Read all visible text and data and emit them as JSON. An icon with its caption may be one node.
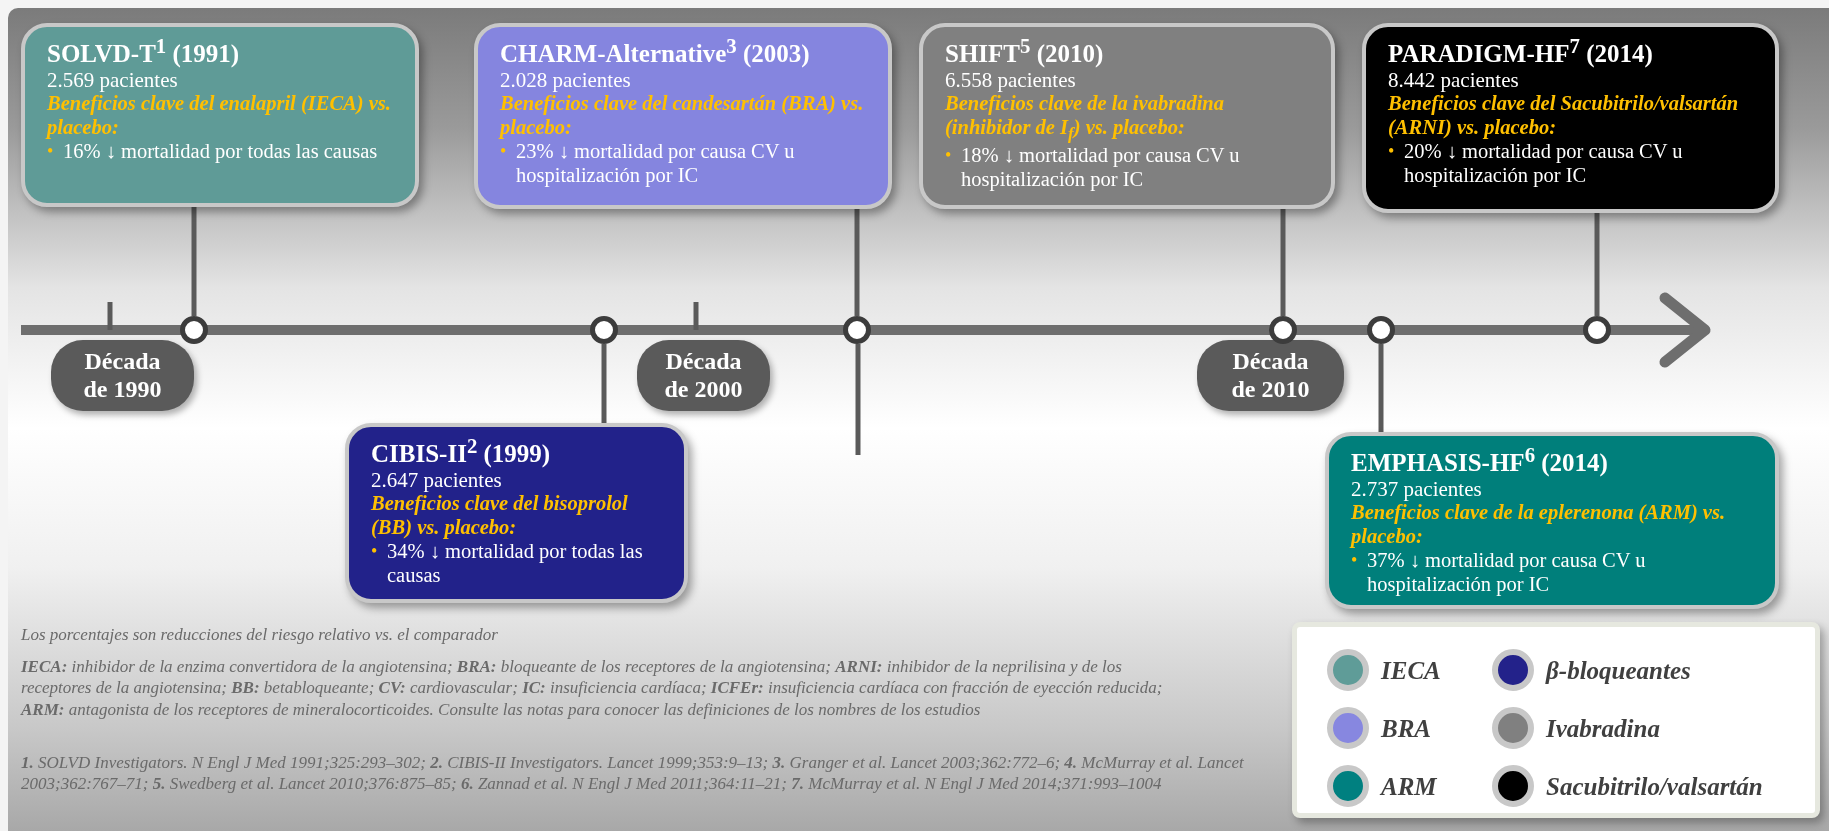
{
  "diagram": {
    "nodes": [
      {
        "text": [
          "SOLVD-T$^{1}$ (1991)",
          "2.569 pacientes",
          "Beneficios clave del enalapril (IECA) vs. placebo:",
          "•",
          "16% ↓ mortalidad por todas las causas"
        ]
      },
      {
        "text": [
          "CHARM-Alternative$^{3}$ (2003)",
          "2.028 pacientes",
          "Beneficios clave del candesartán (BRA) vs. placebo:",
          "•",
          "23% ↓ mortalidad por causa CV u hospitalización por IC"
        ]
      },
      {
        "text": [
          "SHIFT$^{5}$ (2010)",
          "6.558 pacientes",
          "Beneficios clave de la ivabradina (inhibidor de I$_{f}$) vs.  placebo:",
          "•",
          "18% ↓ mortalidad por causa CV u hospitalización por IC"
        ]
      },
      {
        "text": [
          "PARADIGM-HF$^{7}$ (2014)",
          "8.442 pacientes",
          "Beneficios clave del Sacubitrilo/valsartán (ARNI) vs. placebo:",
          "•",
          "20% ↓ mortalidad por causa CV u hospitalización por IC"
        ]
      },
      {
        "text": [
          "Década de 1990"
        ]
      },
      {
        "text": [],
        "shape": "circle"
      },
      {
        "text": [],
        "shape": "circle"
      },
      {
        "text": [
          "Década de 2000"
        ]
      },
      {
        "text": [],
        "shape": "circle"
      },
      {
        "text": [
          "Década de 2010"
        ]
      },
      {
        "text": [],
        "shape": "circle"
      },
      {
        "text": [],
        "shape": "circle"
      },
      {
        "text": [],
        "shape": "circle"
      },
      {
        "text": [
          "CIBIS-II$^{2}$ (1999)",
          "2.647 pacientes",
          "Beneficios clave del bisoprolol (BB) vs. placebo:",
          "•",
          "34% ↓ mortalidad por todas las causas"
        ]
      },
      {
        "text": [
          "EMPHASIS-HF$^{6}$ (2014)",
          "2.737 pacientes",
          "Beneficios clave de la eplerenona (ARM) vs. placebo:",
          "•",
          "37% ↓ mortalidad por causa CV u hospitalización por IC"
        ]
      }
    ],
    "edges": [
      {
        "from": 0,
        "to": 5,
        "arrow": "none"
      },
      {
        "from": 13,
        "to": 6,
        "arrow": "none"
      },
      {
        "from": 1,
        "to": 8,
        "arrow": "none"
      },
      {
        "from": 2,
        "to": 10,
        "arrow": "none"
      },
      {
        "from": 14,
        "to": 11,
        "arrow": "none"
      },
      {
        "from": 3,
        "to": 12,
        "arrow": "none"
      }
    ],
    "labels": [
      "Los porcentajes son reducciones del riesgo relativo vs. el comparador",
      "**IECA:** inhibidor de la enzima convertidora de la angiotensina; **BRA:** bloqueante de los receptores de la angiotensina; **ARNI:** inhibidor de la neprilisina y de los receptores de la angiotensina; **BB:** betabloqueante; **CV:** cardiovascular; **IC:** insuficiencia cardíaca; **ICFEr:** insuficiencia cardíaca con fracción de eyección reducida; **ARM:** antagonista de los receptores de mineralocorticoides. Consulte las notas para conocer las definiciones de los nombres de los estudios",
      "**1.** SOLVD Investigators. N Engl J Med 1991;325:293–302; **2.** CIBIS-II Investigators. Lancet 1999;353:9–13; **3.** Granger et al. Lancet 2003;362:772–6; **4.** McMurray et al. Lancet 2003;362:767–71; **5.** Swedberg et al. Lancet 2010;376:875–85; **6.** Zannad et al. N Engl J Med 2011;364:11–21; **7.** McMurray et al. N Engl J Med 2014;371:993–1004"
    ],
    "legend": [
      {
        "text": "IECA",
        "color": "#5f9c98"
      },
      {
        "text": "β-bloqueantes",
        "color": "#23228a"
      },
      {
        "text": "BRA",
        "color": "#8787e0"
      },
      {
        "text": "Ivabradina",
        "color": "#808080"
      },
      {
        "text": "ARM",
        "color": "#008080"
      },
      {
        "text": "Sacubitrilo/valsartán",
        "color": "#000000"
      }
    ]
  }
}
